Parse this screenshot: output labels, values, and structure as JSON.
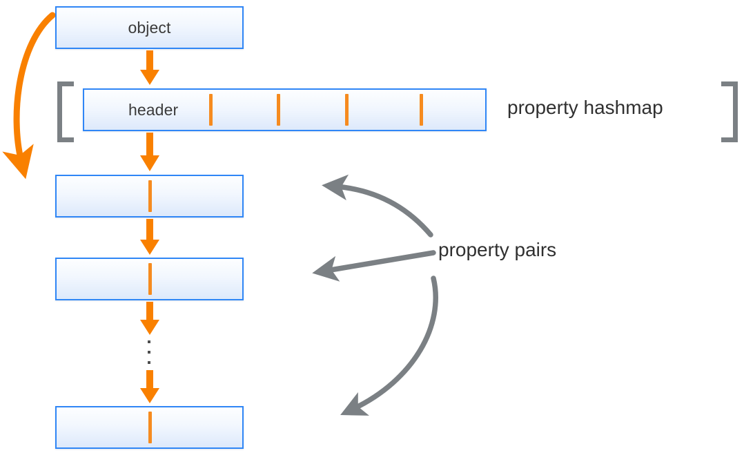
{
  "diagram": {
    "title": "object property hashmap and property pairs layout",
    "colors": {
      "box_border": "#2f86f6",
      "box_fill_top": "#fdfeff",
      "box_fill_bottom": "#dde9fb",
      "orange": "#f68b1f",
      "arrow_orange": "#f98000",
      "grey": "#7b8084",
      "text": "#303030"
    },
    "boxes": [
      {
        "id": "object",
        "label": "object"
      },
      {
        "id": "header",
        "label": "header"
      },
      {
        "id": "pair-1",
        "label": ""
      },
      {
        "id": "pair-2",
        "label": ""
      },
      {
        "id": "pair-3",
        "label": ""
      }
    ],
    "hashmap_ticks": [
      303,
      401,
      500,
      608
    ],
    "captions": {
      "hashmap": "property hashmap",
      "pairs": "property pairs"
    },
    "brackets": {
      "left": "[",
      "right": "]"
    },
    "ellipsis": "⋮",
    "arrows": {
      "object_to_header": "down-arrow-orange",
      "header_to_pair1": "down-arrow-orange",
      "pair1_to_pair2": "down-arrow-orange",
      "pair2_to_ellipsis": "down-arrow-orange",
      "ellipsis_to_pair3": "down-arrow-orange",
      "object_to_pairs_curve": "curved-arrow-orange",
      "pairs_callout_upper": "curved-arrow-grey",
      "pairs_callout_middle": "straight-arrow-grey",
      "pairs_callout_lower": "curved-arrow-grey"
    }
  }
}
